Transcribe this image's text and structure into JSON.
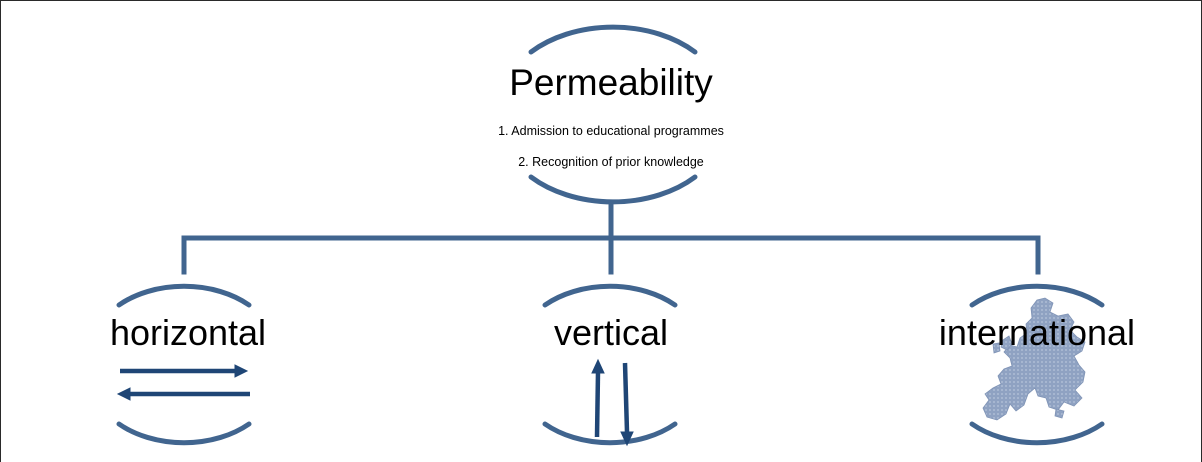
{
  "diagram": {
    "title": "Permeability",
    "subtitles": [
      "1. Admission to educational programmes",
      "2. Recognition of prior knowledge"
    ],
    "nodes": [
      {
        "label": "horizontal",
        "icon": "left-right-arrows-icon"
      },
      {
        "label": "vertical",
        "icon": "up-down-arrows-icon"
      },
      {
        "label": "international",
        "icon": "europe-map-icon"
      }
    ],
    "colors": {
      "line": "#41658f",
      "arrow": "#1f4676",
      "map": "#8fa2c2",
      "text": "#000000"
    }
  }
}
